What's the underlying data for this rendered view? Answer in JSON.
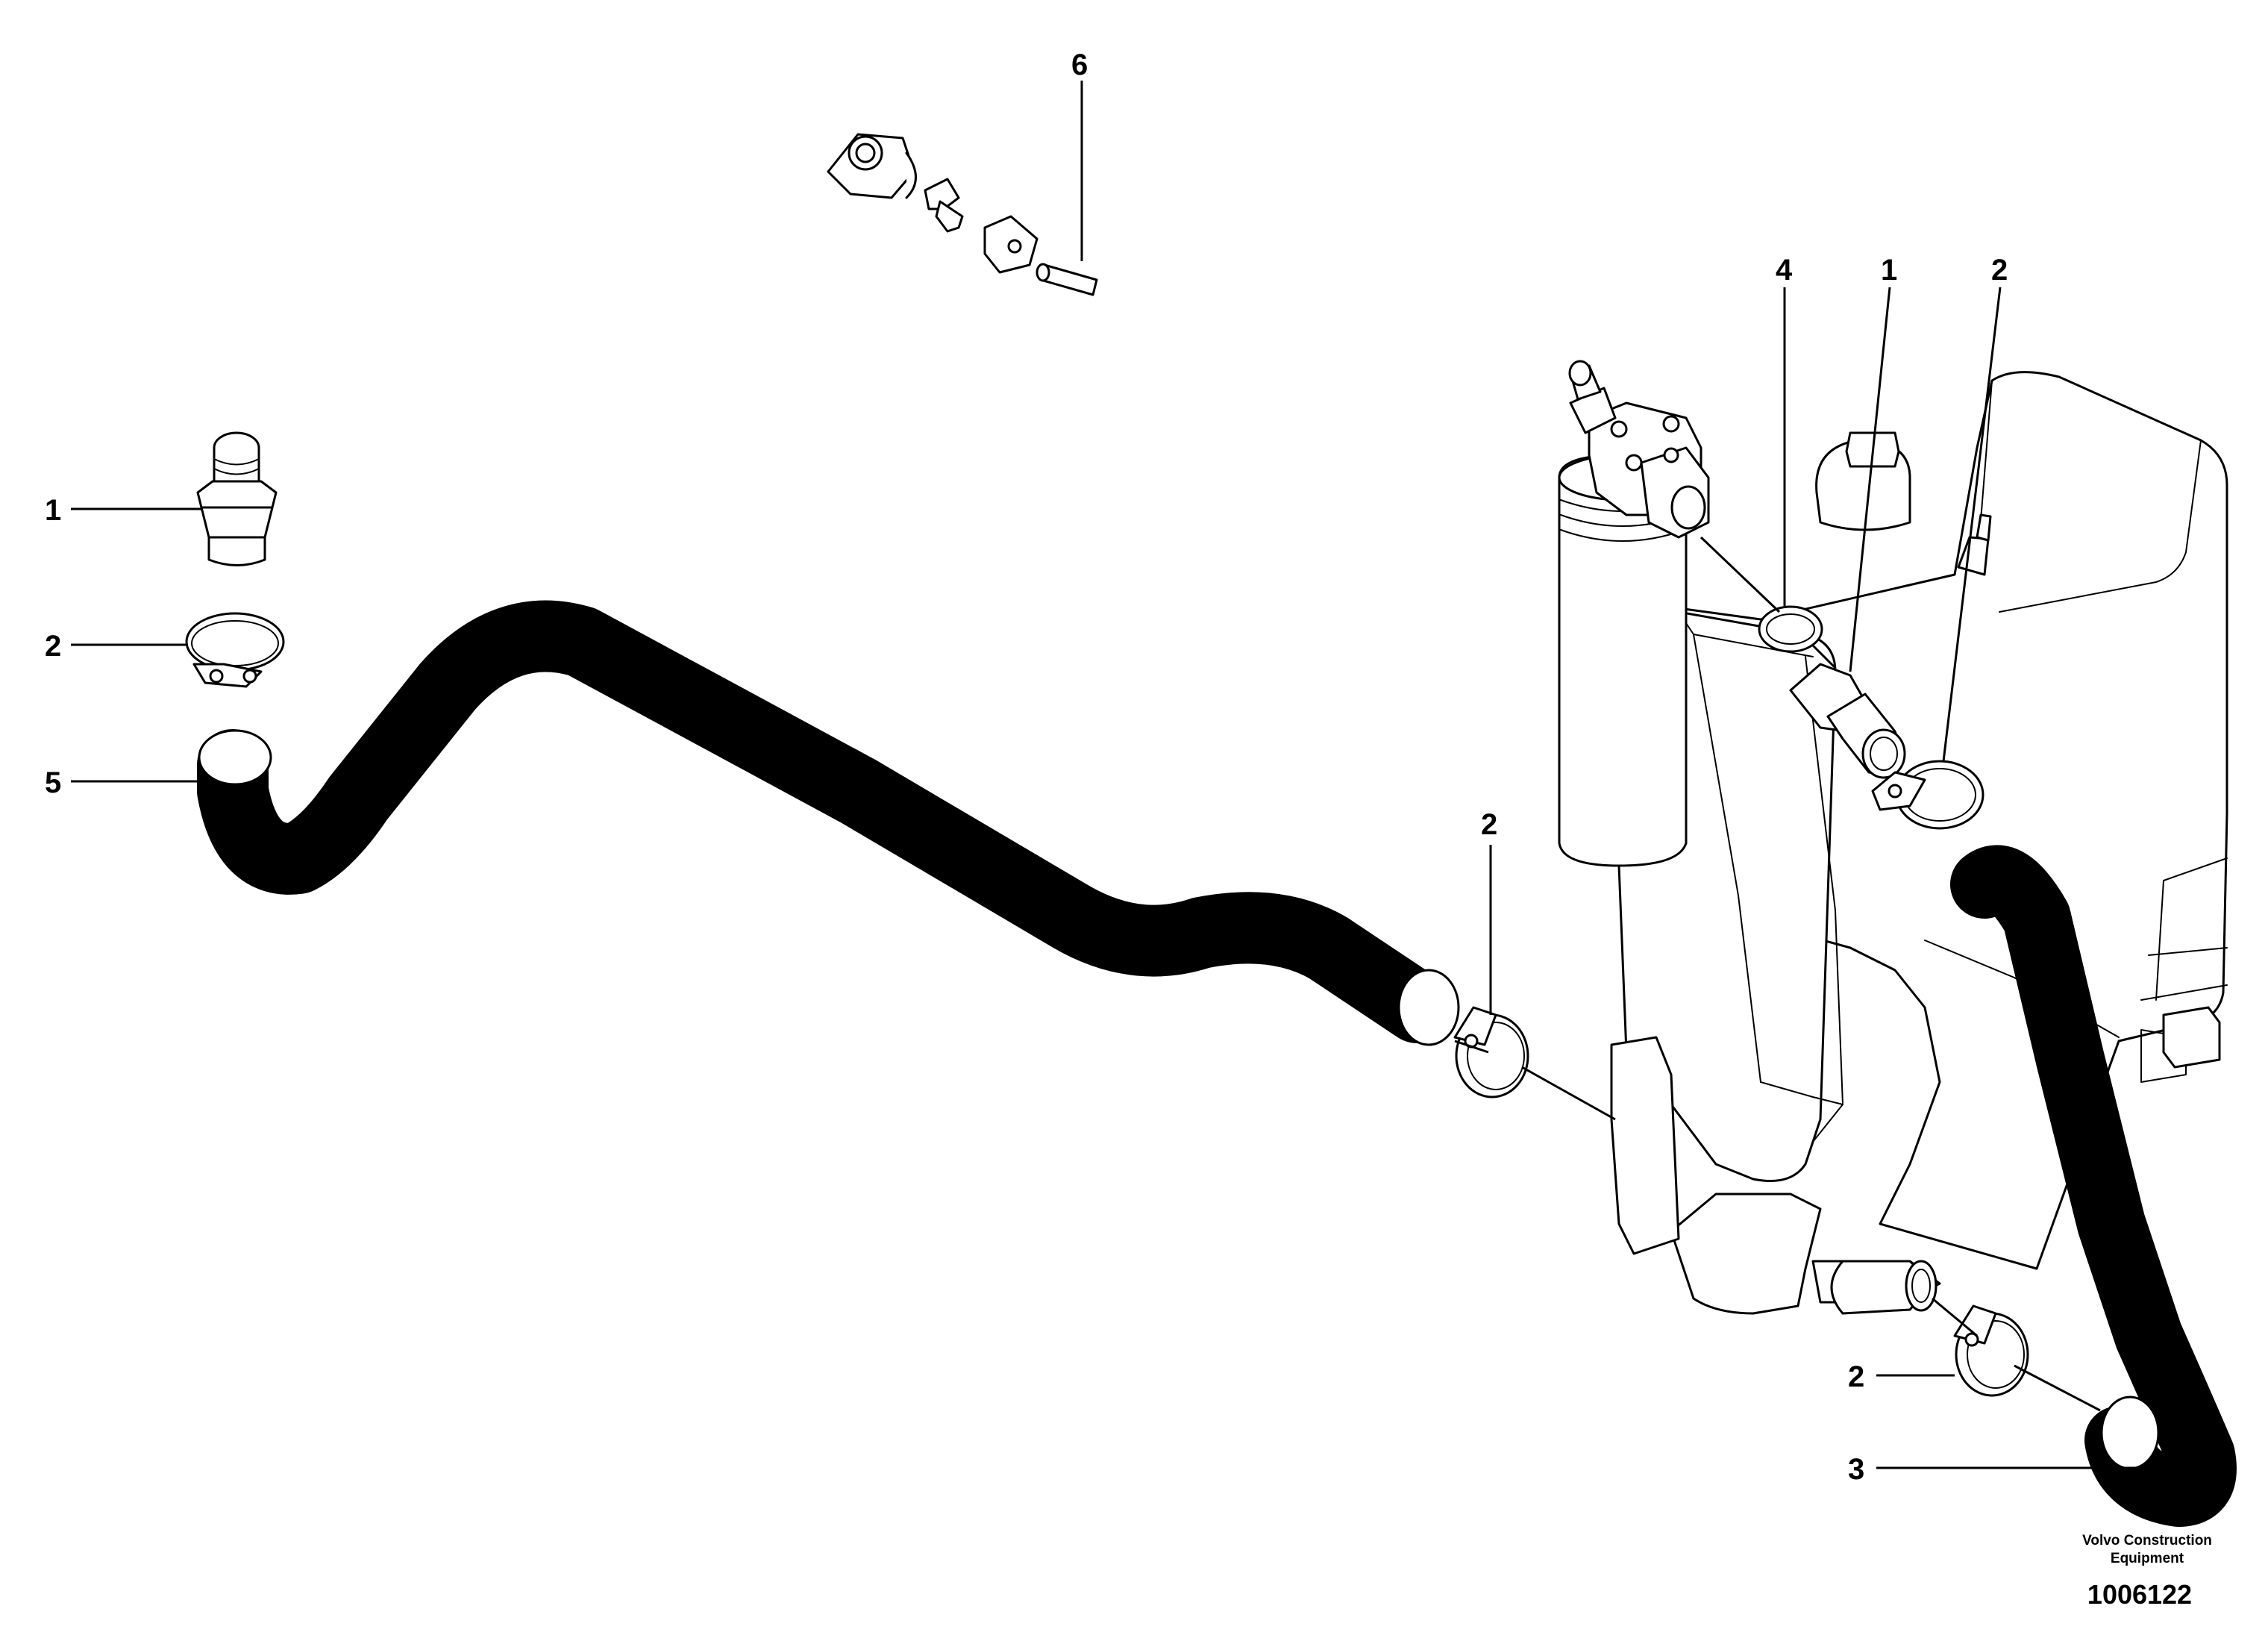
{
  "diagram": {
    "callouts": [
      {
        "id": "c6",
        "label": "6"
      },
      {
        "id": "c4",
        "label": "4"
      },
      {
        "id": "c1a",
        "label": "1"
      },
      {
        "id": "c2a",
        "label": "2"
      },
      {
        "id": "c1b",
        "label": "1"
      },
      {
        "id": "c2b",
        "label": "2"
      },
      {
        "id": "c5",
        "label": "5"
      },
      {
        "id": "c2c",
        "label": "2"
      },
      {
        "id": "c2d",
        "label": "2"
      },
      {
        "id": "c3",
        "label": "3"
      }
    ]
  },
  "footer": {
    "brand_line1": "Volvo Construction",
    "brand_line2": "Equipment",
    "drawing_number": "1006122"
  }
}
